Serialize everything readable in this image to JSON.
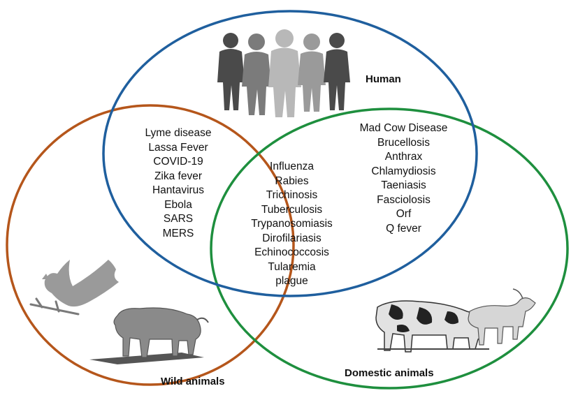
{
  "colors": {
    "human_circle": "#1f5f9e",
    "wild_circle": "#b5561b",
    "domestic_circle": "#1e8f3e",
    "silhouette_dark": "#4a4a4a",
    "silhouette_light": "#b8b8b8"
  },
  "labels": {
    "human": "Human",
    "wild": "Wild animals",
    "domestic": "Domestic animals"
  },
  "groups": {
    "human_wild": [
      "Lyme disease",
      "Lassa Fever",
      "COVID-19",
      "Zika fever",
      "Hantavirus",
      "Ebola",
      "SARS",
      "MERS"
    ],
    "human_domestic": [
      "Mad Cow Disease",
      "Brucellosis",
      "Anthrax",
      "Chlamydiosis",
      "Taeniasis",
      "Fasciolosis",
      "Orf",
      "Q fever"
    ],
    "all_three": [
      "Influenza",
      "Rabies",
      "Trichinosis",
      "Tuberculosis",
      "Trypanosomiasis",
      "Dirofilariasis",
      "Echinococcosis",
      "Tularemia",
      "plague"
    ]
  },
  "icons": {
    "people": "people-silhouette-icon",
    "bat": "bat-icon",
    "buffalo": "buffalo-icon",
    "cow": "cow-icon",
    "goat": "goat-icon"
  }
}
